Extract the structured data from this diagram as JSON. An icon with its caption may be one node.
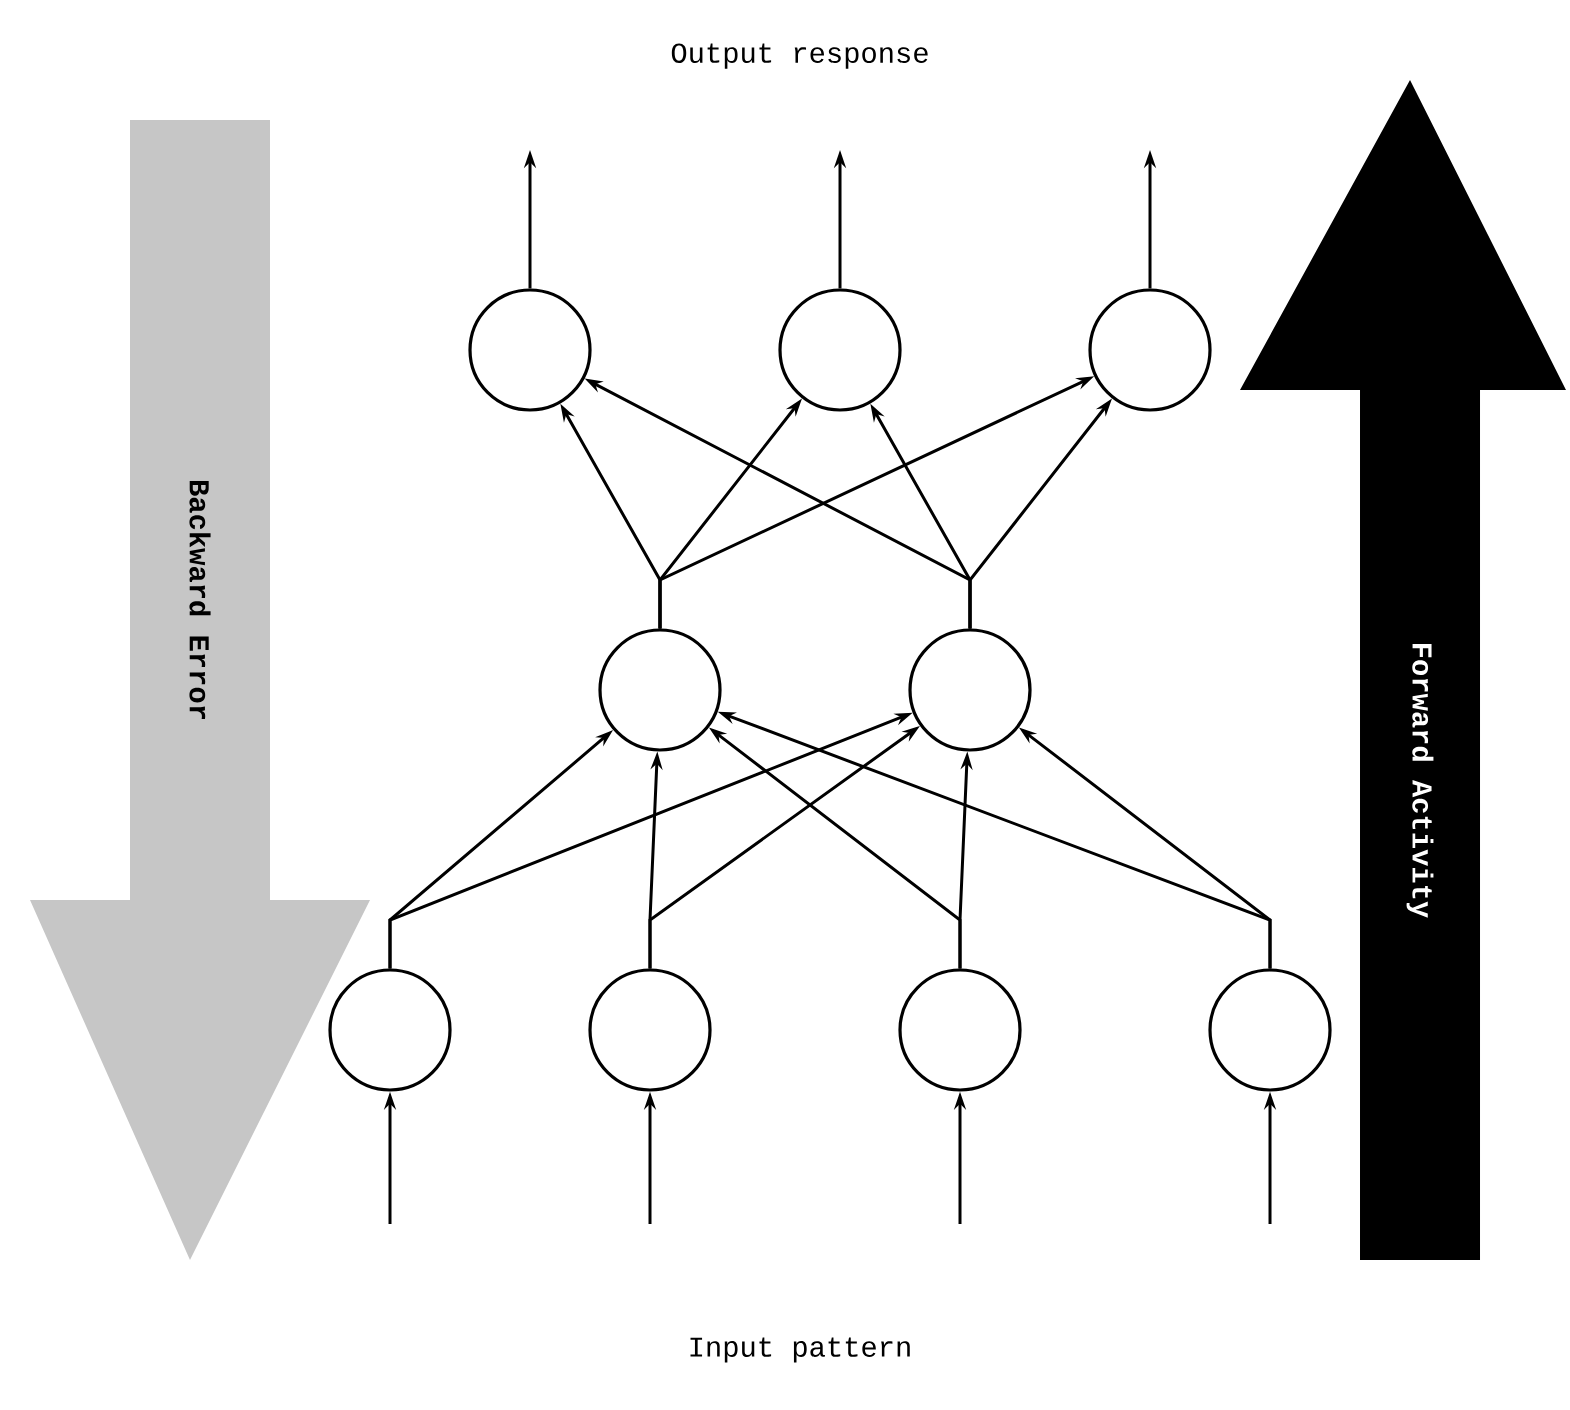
{
  "diagram": {
    "nodes": [
      {
        "text": [],
        "shape": "circle"
      },
      {
        "text": [],
        "shape": "circle"
      },
      {
        "text": [],
        "shape": "circle"
      },
      {
        "text": [],
        "shape": "circle"
      },
      {
        "text": [],
        "shape": "circle"
      },
      {
        "text": [],
        "shape": "circle"
      },
      {
        "text": [],
        "shape": "circle"
      },
      {
        "text": [],
        "shape": "circle"
      },
      {
        "text": [],
        "shape": "circle"
      },
      {
        "text": [
          "Backward Error"
        ]
      },
      {
        "text": [
          "Forward Activity"
        ]
      }
    ],
    "edges": [
      {
        "from": 0,
        "to": null,
        "arrow": "to"
      },
      {
        "from": 1,
        "to": null,
        "arrow": "to"
      },
      {
        "from": 2,
        "to": null,
        "arrow": "to"
      },
      {
        "from": 3,
        "to": 0,
        "arrow": "to"
      },
      {
        "from": 3,
        "to": 1,
        "arrow": "to"
      },
      {
        "from": 3,
        "to": 2,
        "arrow": "to"
      },
      {
        "from": 4,
        "to": 0,
        "arrow": "to"
      },
      {
        "from": 4,
        "to": 1,
        "arrow": "to"
      },
      {
        "from": 4,
        "to": 2,
        "arrow": "to"
      },
      {
        "from": 5,
        "to": 3,
        "arrow": "to"
      },
      {
        "from": 5,
        "to": 4,
        "arrow": "to"
      },
      {
        "from": 6,
        "to": 3,
        "arrow": "to"
      },
      {
        "from": 6,
        "to": 4,
        "arrow": "to"
      },
      {
        "from": 7,
        "to": 3,
        "arrow": "to"
      },
      {
        "from": 7,
        "to": 4,
        "arrow": "to"
      },
      {
        "from": 8,
        "to": 3,
        "arrow": "to"
      },
      {
        "from": 8,
        "to": 4,
        "arrow": "to"
      },
      {
        "from": null,
        "to": 5,
        "arrow": "to"
      },
      {
        "from": null,
        "to": 6,
        "arrow": "to"
      },
      {
        "from": null,
        "to": 7,
        "arrow": "to"
      },
      {
        "from": null,
        "to": 8,
        "arrow": "to"
      }
    ],
    "labels": [
      "Output response",
      "Input pattern"
    ]
  }
}
